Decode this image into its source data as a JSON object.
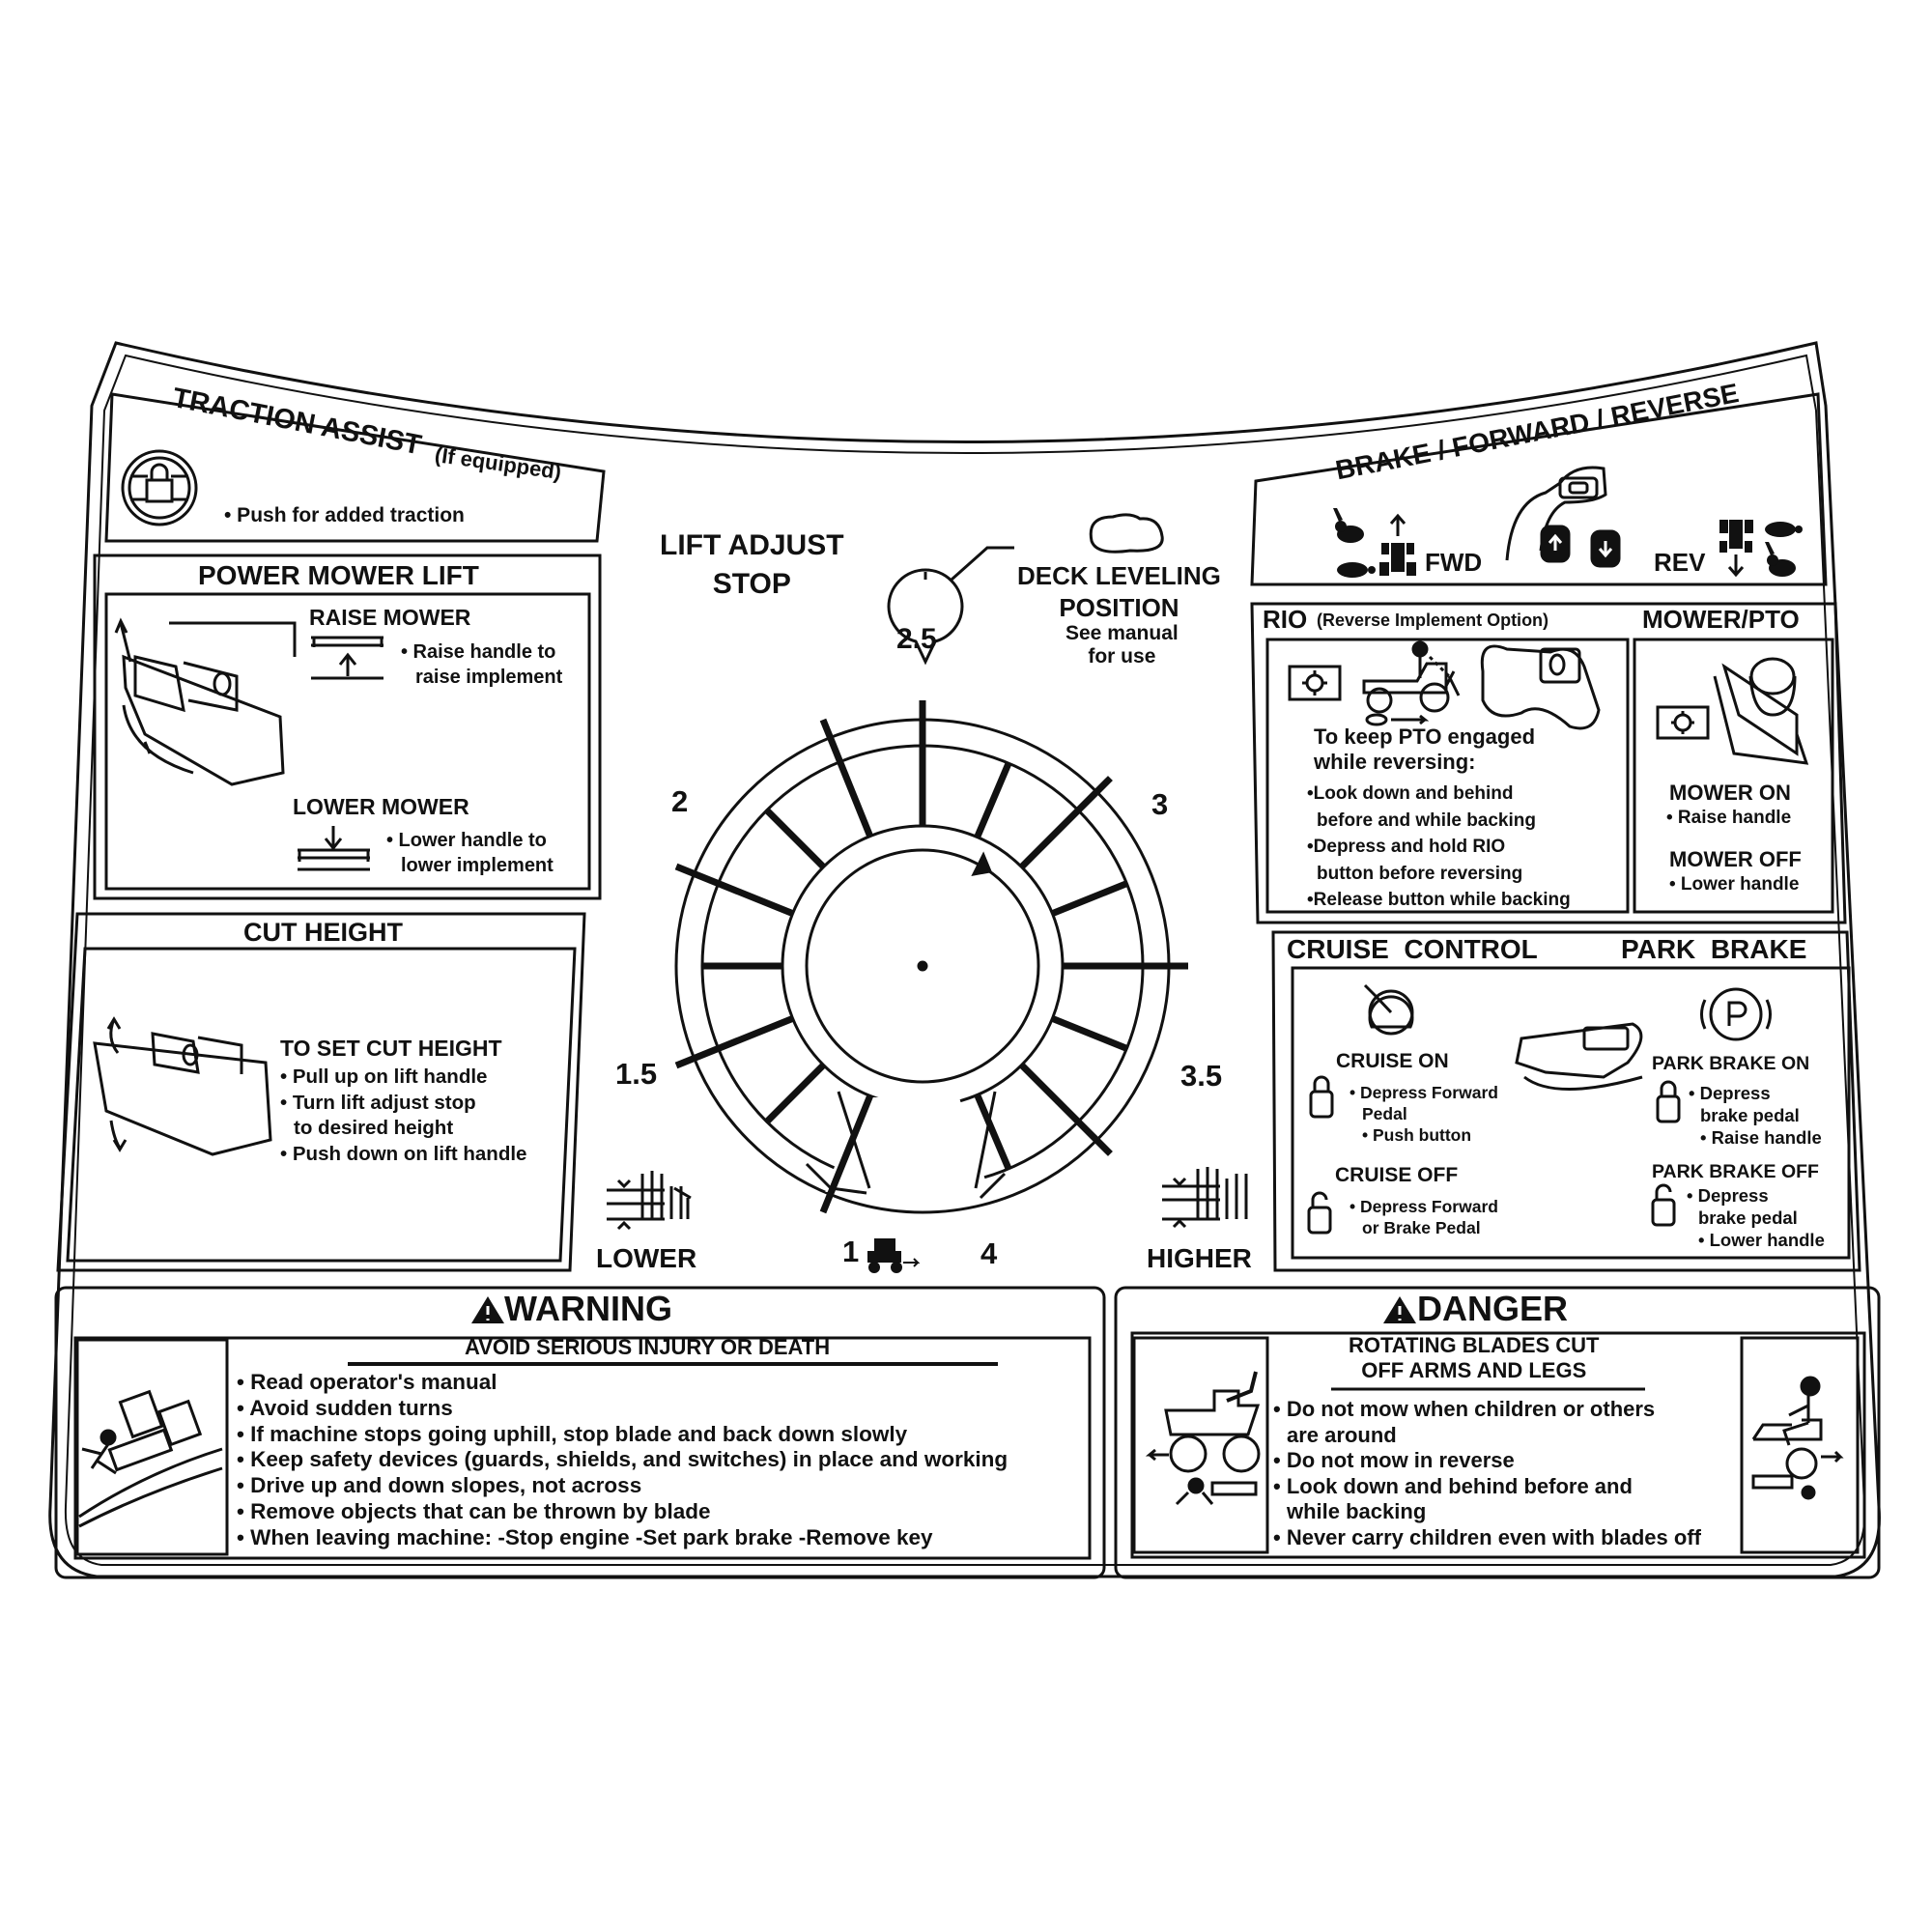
{
  "colors": {
    "ink": "#111111",
    "background": "#ffffff"
  },
  "traction_assist": {
    "title": "TRACTION ASSIST",
    "subtitle": "(If equipped)",
    "icon": "traction-lock-icon",
    "bullet": "• Push for added traction"
  },
  "power_mower_lift": {
    "title": "POWER MOWER LIFT",
    "raise_title": "RAISE MOWER",
    "raise_lines": [
      "• Raise handle to",
      "raise implement"
    ],
    "lower_title": "LOWER MOWER",
    "lower_lines": [
      "• Lower handle to",
      "lower implement"
    ]
  },
  "cut_height": {
    "title": "CUT HEIGHT",
    "instr_title": "TO SET CUT HEIGHT",
    "instr_lines": [
      "• Pull up on lift handle",
      "• Turn lift adjust stop",
      "to desired height",
      "• Push down on lift handle"
    ]
  },
  "dial": {
    "lift_adjust_stop": [
      "LIFT ADJUST",
      "STOP"
    ],
    "deck_leveling": [
      "DECK LEVELING",
      "POSITION"
    ],
    "see_manual": [
      "See manual",
      "for use"
    ],
    "marker_value": "2.5",
    "scale_labels": [
      "1",
      "1.5",
      "2",
      "3",
      "3.5",
      "4"
    ],
    "lower_label": "LOWER",
    "higher_label": "HIGHER"
  },
  "brake_forward_reverse": {
    "title": "BRAKE / FORWARD / REVERSE",
    "fwd": "FWD",
    "rev": "REV",
    "icons": [
      "rabbit-icon",
      "turtle-icon",
      "tractor-icon",
      "pedal-icon"
    ]
  },
  "rio": {
    "title": "RIO",
    "subtitle": "(Reverse Implement Option)",
    "heading_lines": [
      "To keep PTO engaged",
      "while reversing:"
    ],
    "bullets": [
      "•Look down and behind",
      "before and while backing",
      "•Depress and hold RIO",
      "button before reversing",
      "•Release button while backing"
    ]
  },
  "mower_pto": {
    "title": "MOWER/PTO",
    "on_title": "MOWER ON",
    "on_line": "• Raise handle",
    "off_title": "MOWER OFF",
    "off_line": "• Lower handle"
  },
  "cruise_control": {
    "title": "CRUISE  CONTROL",
    "on_title": "CRUISE ON",
    "on_lines": [
      "• Depress Forward",
      "Pedal",
      "• Push button"
    ],
    "off_title": "CRUISE OFF",
    "off_lines": [
      "• Depress Forward",
      "or Brake Pedal"
    ]
  },
  "park_brake": {
    "title": "PARK  BRAKE",
    "on_title": "PARK BRAKE ON",
    "on_lines": [
      "• Depress",
      "brake pedal",
      "• Raise handle"
    ],
    "off_title": "PARK BRAKE OFF",
    "off_lines": [
      "• Depress",
      "brake pedal",
      "• Lower handle"
    ]
  },
  "warning": {
    "title": "WARNING",
    "subtitle": "AVOID SERIOUS INJURY OR DEATH",
    "bullets": [
      "• Read operator's manual",
      "• Avoid sudden turns",
      "• If machine stops going uphill, stop blade and back down slowly",
      "• Keep safety devices (guards, shields, and switches) in place and working",
      "• Drive up and down slopes, not across",
      "• Remove objects that can be thrown by blade",
      "• When leaving machine: -Stop engine -Set park brake -Remove key"
    ]
  },
  "danger": {
    "title": "DANGER",
    "subtitle_lines": [
      "ROTATING BLADES CUT",
      "OFF ARMS AND LEGS"
    ],
    "bullets": [
      "• Do not mow when children or others",
      "are around",
      "• Do not mow in reverse",
      "• Look down and behind before  and",
      "while backing",
      "• Never carry children even with blades off"
    ]
  }
}
